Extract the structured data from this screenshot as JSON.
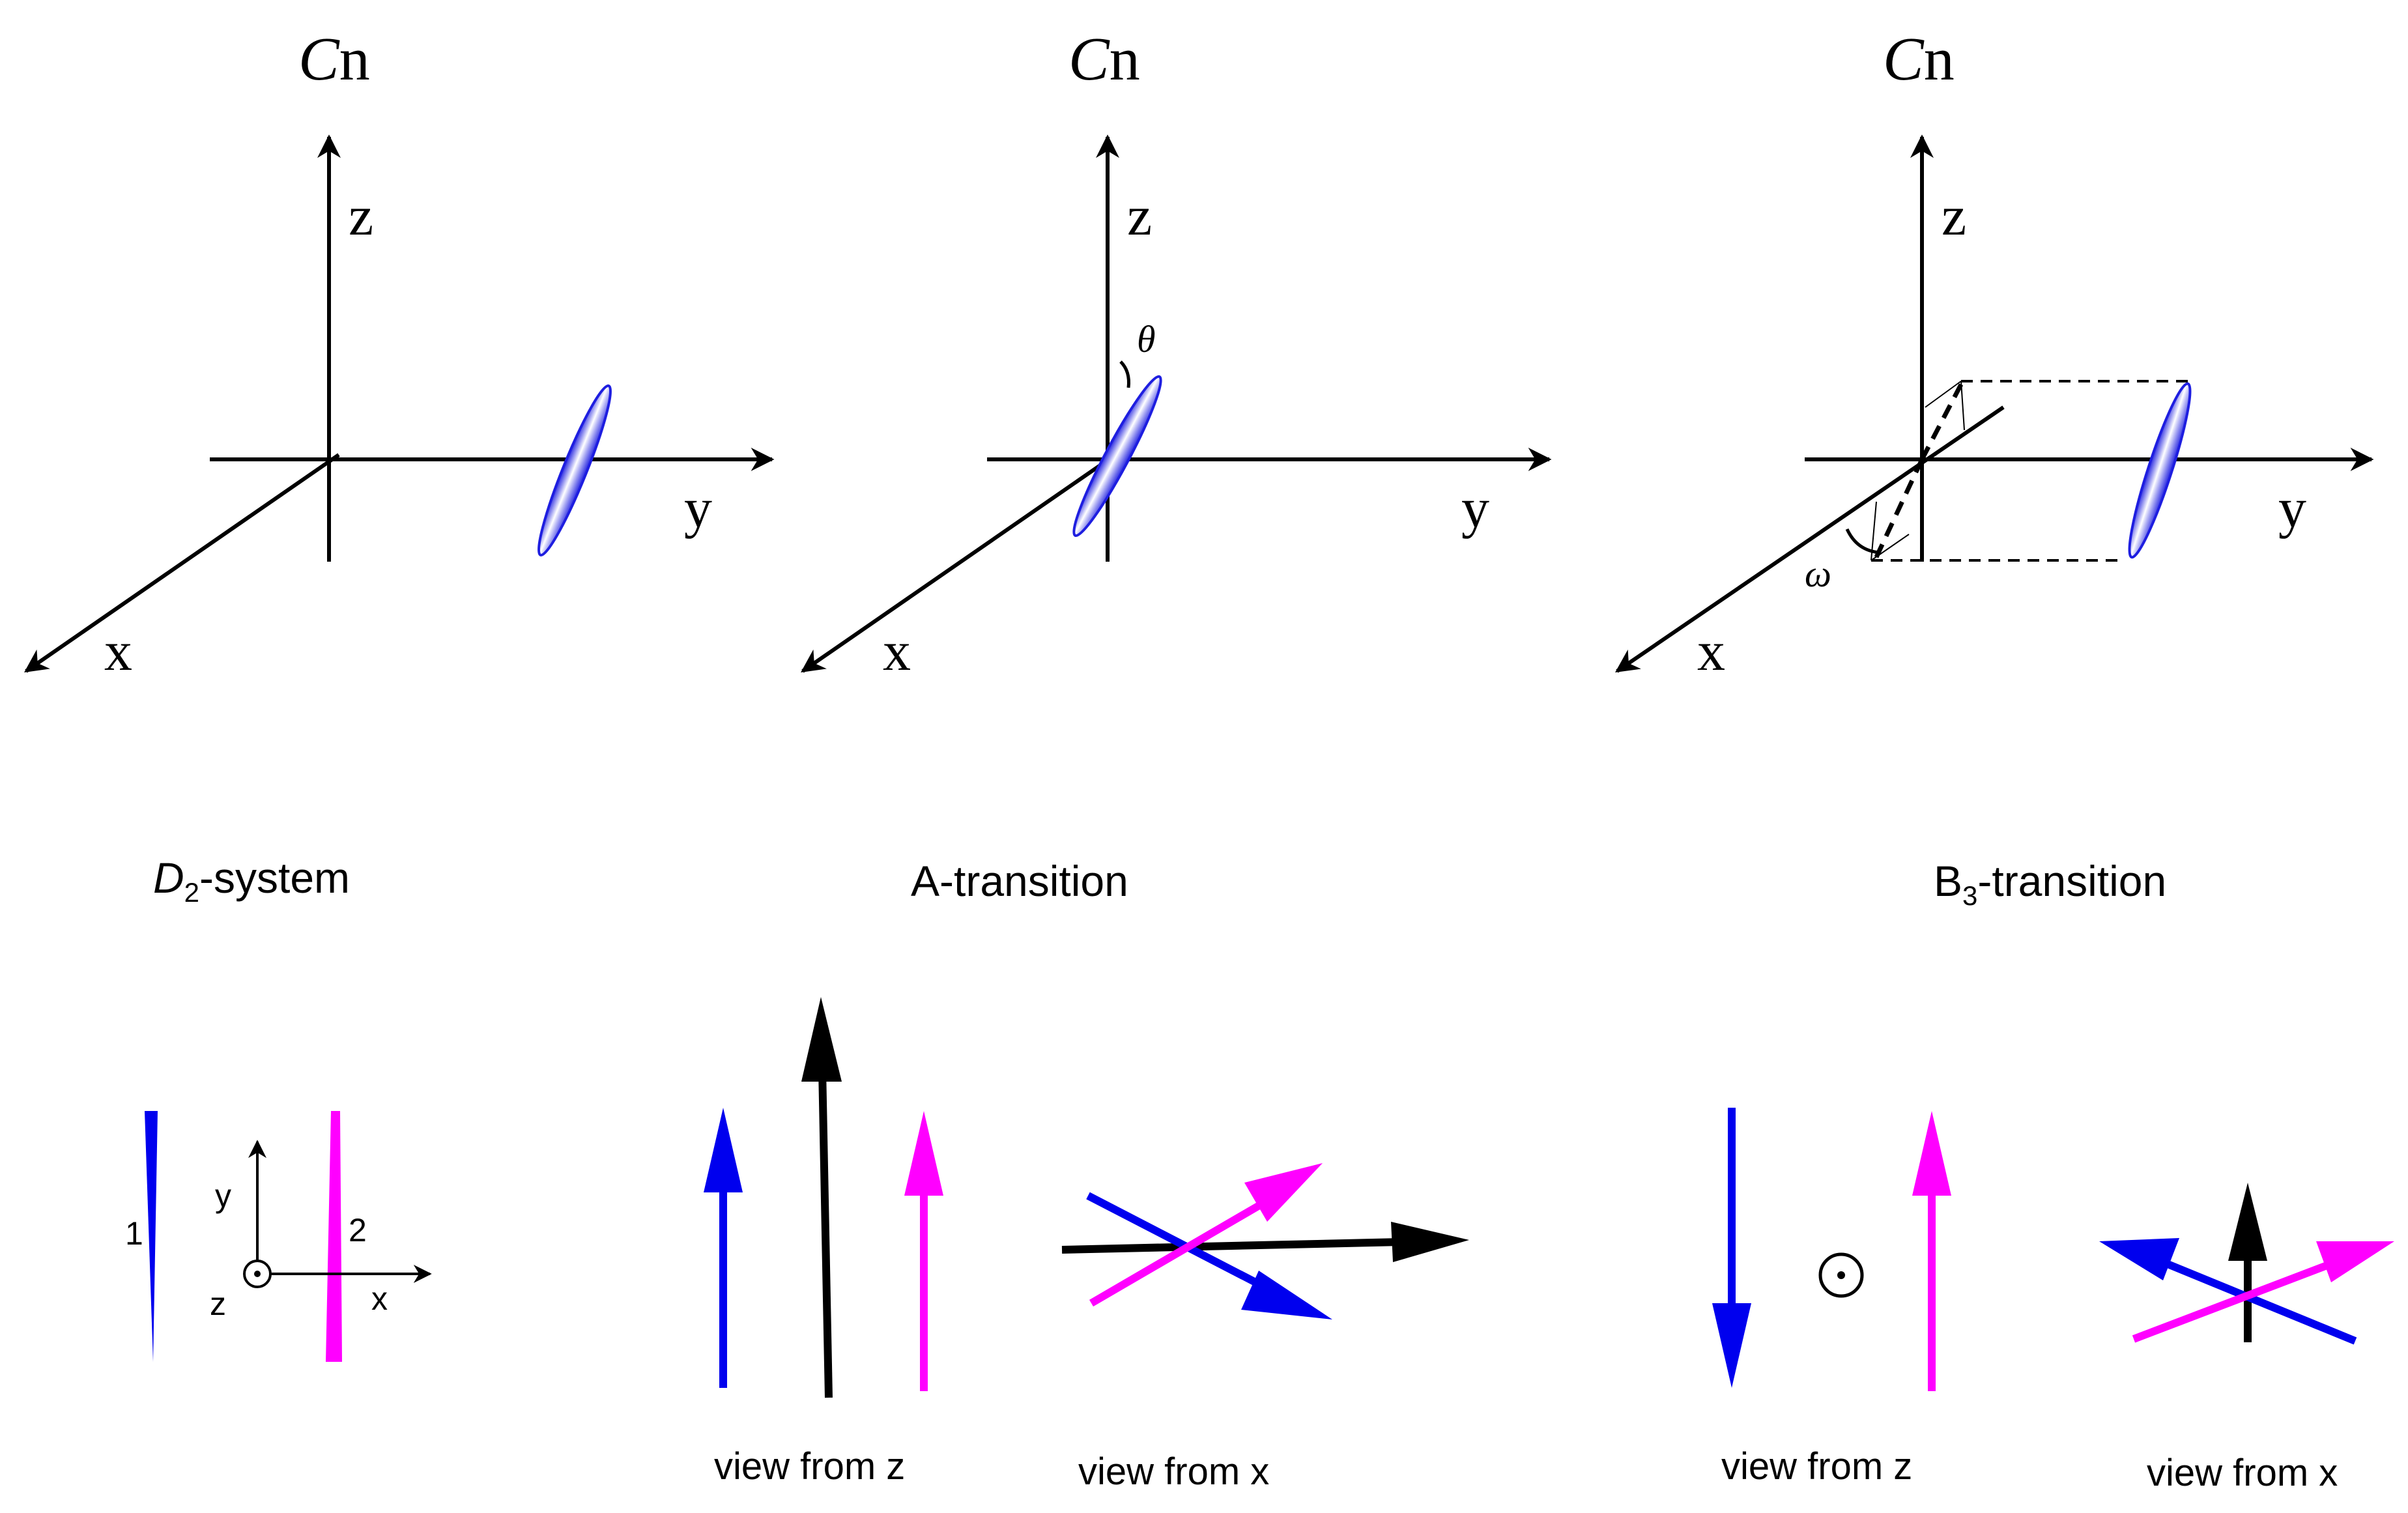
{
  "top_panels": [
    {
      "axis_title_italic": "C",
      "axis_title_rest": "n",
      "z_label": "z",
      "y_label": "y",
      "x_label": "x"
    },
    {
      "axis_title_italic": "C",
      "axis_title_rest": "n",
      "z_label": "z",
      "y_label": "y",
      "x_label": "x",
      "angle_label": "θ"
    },
    {
      "axis_title_italic": "C",
      "axis_title_rest": "n",
      "z_label": "z",
      "y_label": "y",
      "x_label": "x",
      "angle_label": "ω"
    }
  ],
  "bottom_panels": {
    "d2": {
      "title_italic": "D",
      "title_sub": "2",
      "title_rest": "-system",
      "label_1": "1",
      "label_2": "2",
      "axis_y": "y",
      "axis_z": "z",
      "axis_x": "x"
    },
    "a_transition": {
      "title": "A-transition",
      "view_z": "view from z",
      "view_x": "view from x"
    },
    "b3_transition": {
      "title_main": "B",
      "title_sub": "3",
      "title_rest": "-transition",
      "view_z": "view from z",
      "view_x": "view from x"
    }
  },
  "colors": {
    "blue": "#0000ee",
    "magenta": "#ff00ff",
    "black": "#000000",
    "ellipse_light": "#ffffff",
    "ellipse_dark": "#2020e0"
  }
}
